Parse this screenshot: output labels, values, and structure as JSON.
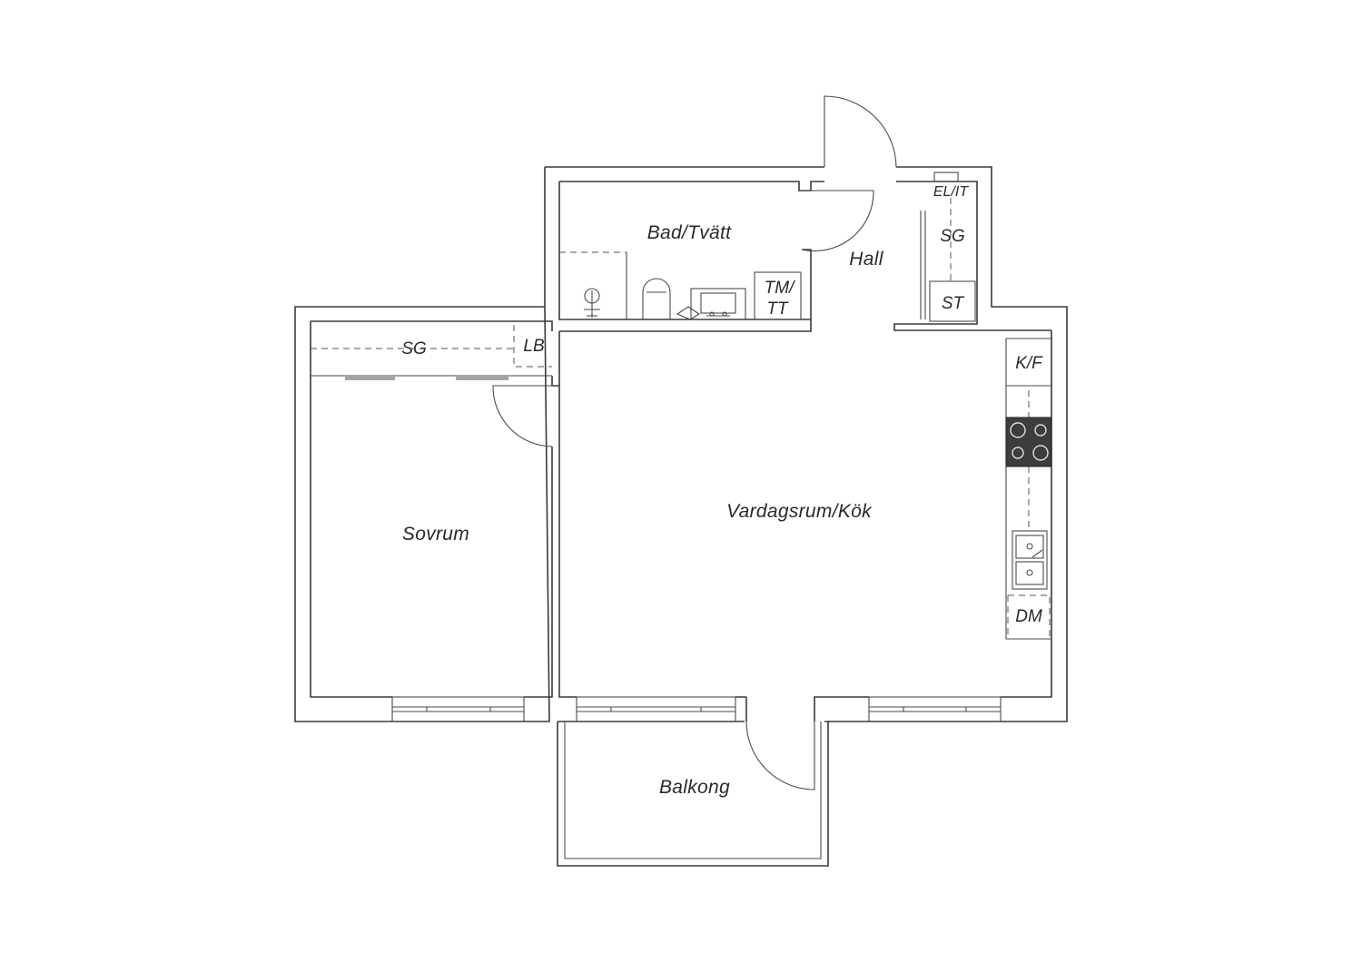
{
  "rooms": {
    "bathroom": "Bad/Tvätt",
    "hall": "Hall",
    "bedroom": "Sovrum",
    "living_kitchen": "Vardagsrum/Kök",
    "balcony": "Balkong"
  },
  "fixtures": {
    "bedroom_wardrobe": "SG",
    "linen_cabinet": "LB",
    "washer": "TM/",
    "dryer": "TT",
    "electric_it": "EL/IT",
    "hall_wardrobe": "SG",
    "storage": "ST",
    "fridge_freezer": "K/F",
    "dishwasher": "DM"
  },
  "colors": {
    "line": "#3a3a3a",
    "stove": "#3d3d3d"
  }
}
